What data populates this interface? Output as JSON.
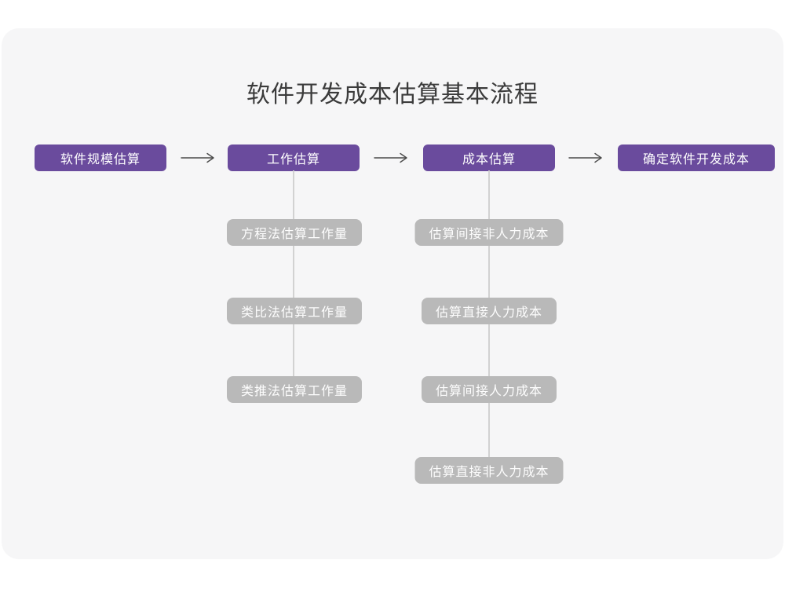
{
  "title": "软件开发成本估算基本流程",
  "colors": {
    "card_bg": "#f6f6f7",
    "title_text": "#3b3b3b",
    "stage_bg": "#6a4b9d",
    "stage_text": "#ffffff",
    "substep_bg": "#b9b9b9",
    "substep_text": "#fdfdfd",
    "connector": "#d2d2d2",
    "arrow": "#4a4a4a"
  },
  "stages": [
    {
      "label": "软件规模估算",
      "substeps": []
    },
    {
      "label": "工作估算",
      "substeps": [
        "方程法估算工作量",
        "类比法估算工作量",
        "类推法估算工作量"
      ]
    },
    {
      "label": "成本估算",
      "substeps": [
        "估算间接非人力成本",
        "估算直接人力成本",
        "估算间接人力成本",
        "估算直接非人力成本"
      ]
    },
    {
      "label": "确定软件开发成本",
      "substeps": []
    }
  ]
}
